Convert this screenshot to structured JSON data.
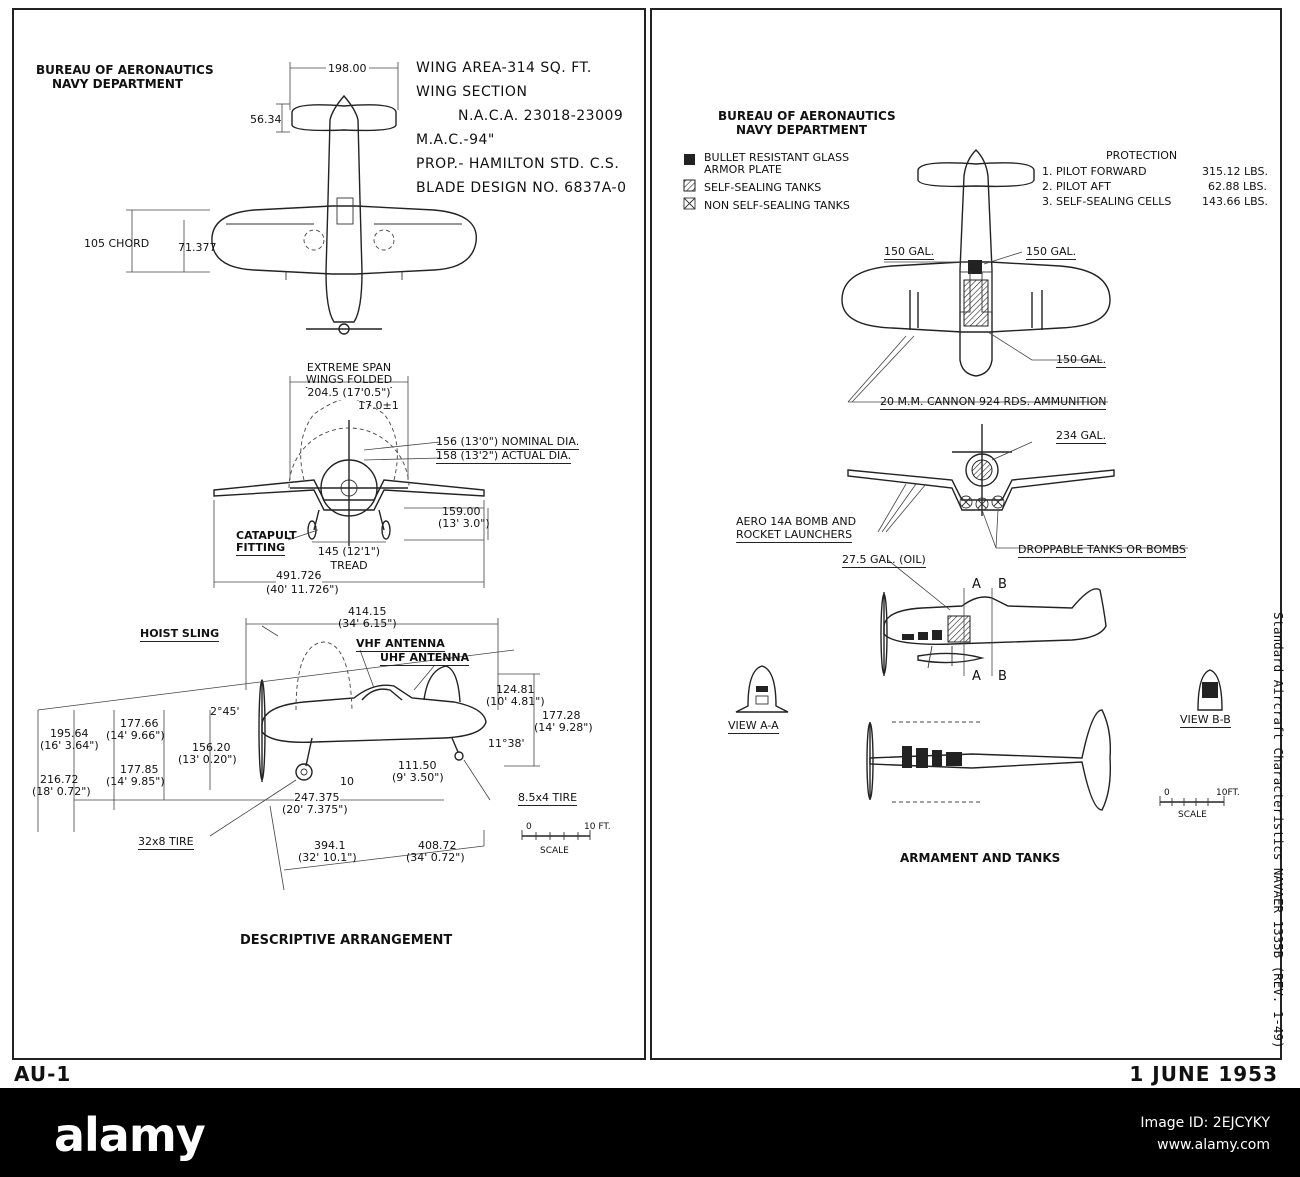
{
  "left": {
    "org": [
      "BUREAU OF AERONAUTICS",
      "NAVY DEPARTMENT"
    ],
    "specs": [
      "WING AREA-314 SQ. FT.",
      "WING SECTION",
      "N.A.C.A. 23018-23009",
      "M.A.C.-94\"",
      "PROP.- HAMILTON STD. C.S.",
      "BLADE DESIGN NO. 6837A-0"
    ],
    "plan_dims": {
      "span_tail": "198.00",
      "tail_h": "56.34",
      "chord": "105 CHORD",
      "chord_val": "71.377"
    },
    "front_dims": {
      "extreme_span": "EXTREME SPAN",
      "wings_folded": "WINGS FOLDED",
      "folded_val": "204.5 (17'0.5\")",
      "offset": "17.0±1",
      "nominal_dia": "156 (13'0\") NOMINAL DIA.",
      "actual_dia": "158 (13'2\") ACTUAL DIA.",
      "catapult": [
        "CATAPULT",
        "FITTING"
      ],
      "tread_val": "145 (12'1\")",
      "tread": "TREAD",
      "height": [
        "159.00",
        "(13' 3.0\")"
      ],
      "span": [
        "491.726",
        "(40' 11.726\")"
      ]
    },
    "side_dims": {
      "length": [
        "414.15",
        "(34' 6.15\")"
      ],
      "hoist": "HOIST SLING",
      "vhf": "VHF ANTENNA",
      "uhf": "UHF ANTENNA",
      "angle": "2°45'",
      "h1": [
        "124.81",
        "(10' 4.81\")"
      ],
      "h2": [
        "177.28",
        "(14' 9.28\")"
      ],
      "angle2": "11°38'",
      "d1": [
        "195.64",
        "(16' 3.64\")"
      ],
      "d2": [
        "177.66",
        "(14' 9.66\")"
      ],
      "d3": [
        "156.20",
        "(13' 0.20\")"
      ],
      "d4": [
        "216.72",
        "(18' 0.72\")"
      ],
      "d5": [
        "177.85",
        "(14' 9.85\")"
      ],
      "ten": "10",
      "d6": [
        "111.50",
        "(9' 3.50\")"
      ],
      "d7": [
        "247.375",
        "(20' 7.375\")"
      ],
      "tire_tail": "8.5x4 TIRE",
      "tire_main": "32x8 TIRE",
      "d8": [
        "394.1",
        "(32' 10.1\")"
      ],
      "d9": [
        "408.72",
        "(34' 0.72\")"
      ]
    },
    "scale": {
      "zero": "0",
      "ten": "10 FT.",
      "label": "SCALE"
    },
    "caption": "DESCRIPTIVE ARRANGEMENT"
  },
  "right": {
    "org": [
      "BUREAU OF AERONAUTICS",
      "NAVY DEPARTMENT"
    ],
    "legend": [
      {
        "symbol": "solid",
        "label": [
          "BULLET RESISTANT GLASS",
          "ARMOR PLATE"
        ]
      },
      {
        "symbol": "hatched",
        "label": [
          "SELF-SEALING TANKS"
        ]
      },
      {
        "symbol": "crossed",
        "label": [
          "NON SELF-SEALING TANKS"
        ]
      }
    ],
    "protection": {
      "title": "PROTECTION",
      "rows": [
        {
          "item": "1. PILOT FORWARD",
          "weight": "315.12 LBS."
        },
        {
          "item": "2. PILOT AFT",
          "weight": "62.88 LBS."
        },
        {
          "item": "3. SELF-SEALING CELLS",
          "weight": "143.66 LBS."
        }
      ]
    },
    "callouts": {
      "gal150a": "150 GAL.",
      "gal150b": "150 GAL.",
      "gal150c": "150 GAL.",
      "cannon": "20 M.M. CANNON 924 RDS. AMMUNITION",
      "gal234": "234 GAL.",
      "aero": [
        "AERO 14A BOMB AND",
        "ROCKET LAUNCHERS"
      ],
      "droppable": "DROPPABLE TANKS OR BOMBS",
      "oil": "27.5 GAL. (OIL)",
      "secA": "A",
      "secB": "B",
      "view_aa": "VIEW A-A",
      "view_bb": "VIEW B-B"
    },
    "scale": {
      "zero": "0",
      "ten": "10FT.",
      "label": "SCALE"
    },
    "caption": "ARMAMENT AND TANKS"
  },
  "footer": {
    "model": "AU-1",
    "date": "1 JUNE 1953"
  },
  "side_note": "Standard Aircraft Characteristics NAVAER 1335B (REV. 1-49)",
  "watermark": {
    "logo": "alamy",
    "image_id": "Image ID: 2EJCYKY",
    "url": "www.alamy.com"
  }
}
